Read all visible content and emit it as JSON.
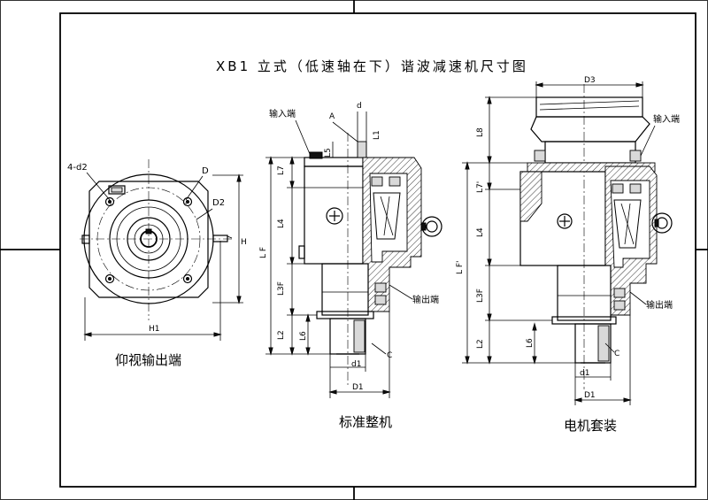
{
  "title": "XB1 立式（低速轴在下）谐波减速机尺寸图",
  "captions": {
    "bottom_view": "仰视输出端",
    "standard": "标准整机",
    "motor_set": "电机套装"
  },
  "labels": {
    "input_end_left": "输入端",
    "input_end_right": "输入端",
    "output_end_left": "输出端",
    "output_end_right": "输出端",
    "holes": "4-d2",
    "D": "D",
    "D2": "D2",
    "H": "H",
    "H1": "H1",
    "A": "A",
    "d": "d",
    "L1": "L1",
    "L5": "L5",
    "L7": "L7",
    "L4_left": "L4",
    "LF_left": "L F",
    "L3F_left": "L3F",
    "L2_left": "L2",
    "L6_left": "L6",
    "d1_left": "d1",
    "D1_left": "D1",
    "C_left": "C",
    "D3": "D3",
    "L8": "L8",
    "L7p": "L7'",
    "L4_right": "L4",
    "LF_right": "L F'",
    "L3F_right": "L3F",
    "L2_right": "L2",
    "L6_right": "L6",
    "d1_right": "d1",
    "D1_right": "D1",
    "C_right": "C"
  }
}
